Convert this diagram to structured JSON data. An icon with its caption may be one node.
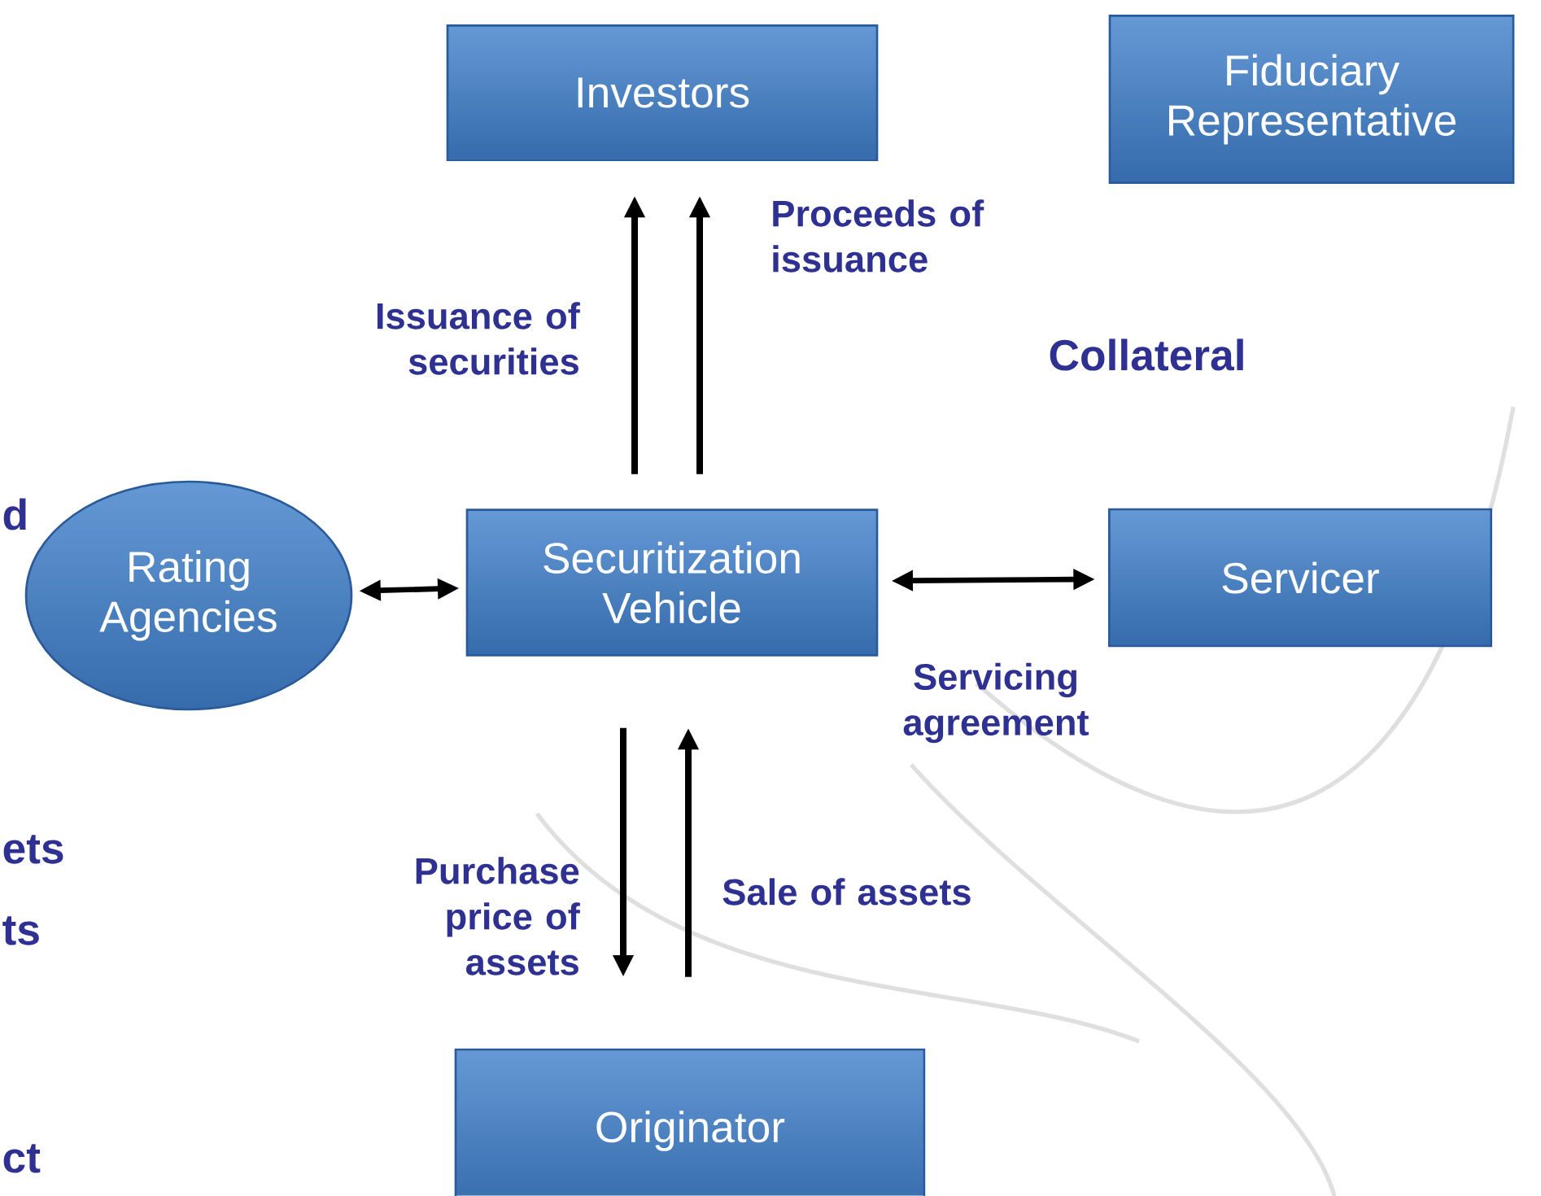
{
  "diagram": {
    "nodes": [
      {
        "text": [
          "Investors"
        ]
      },
      {
        "text": [
          "Fiduciary Representative"
        ]
      },
      {
        "text": [
          "Rating Agencies"
        ]
      },
      {
        "text": [
          "Securitization Vehicle"
        ]
      },
      {
        "text": [
          "Servicer"
        ]
      },
      {
        "text": [
          "Originator"
        ]
      }
    ],
    "edges": [
      {
        "from": 3,
        "to": 0,
        "arrow": "to",
        "label": "Issuance of securities"
      },
      {
        "from": 3,
        "to": 0,
        "arrow": "to",
        "label": "Proceeds of issuance"
      },
      {
        "from": 2,
        "to": 3,
        "arrow": "both"
      },
      {
        "from": 3,
        "to": 4,
        "arrow": "both",
        "label": "Servicing agreement"
      },
      {
        "from": 3,
        "to": 5,
        "arrow": "to",
        "label": "Purchase price of assets"
      },
      {
        "from": 5,
        "to": 3,
        "arrow": "to",
        "label": "Sale of assets"
      }
    ],
    "labels": [
      "Collateral",
      "d",
      "ets",
      "ts",
      "ct"
    ]
  }
}
